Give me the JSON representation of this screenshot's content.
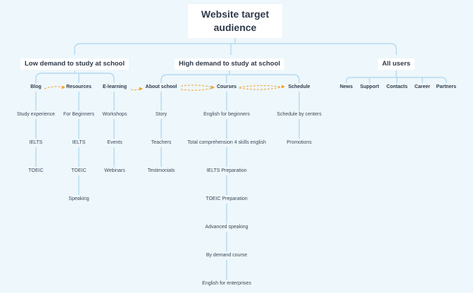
{
  "root": {
    "text": "Website target\naudience"
  },
  "nodes": {
    "low": "Low demand to study at school",
    "high": "High demand to study at school",
    "all": "All users",
    "blog": "Blog",
    "resources": "Resources",
    "elearning": "E-learning",
    "about": "About school",
    "courses": "Courses",
    "schedule": "Schedule",
    "news": "News",
    "support": "Support",
    "contacts": "Contacts",
    "career": "Career",
    "partners": "Partners",
    "blog_1": "Study experience",
    "blog_2": "IELTS",
    "blog_3": "TOEIC",
    "res_1": "For Beginners",
    "res_2": "IELTS",
    "res_3": "TOEIC",
    "res_4": "Speaking",
    "el_1": "Workshops",
    "el_2": "Events",
    "el_3": "Webinars",
    "ab_1": "Story",
    "ab_2": "Teachers",
    "ab_3": "Testimonials",
    "co_1": "English for beginners",
    "co_2": "Total comprehension 4 skills english",
    "co_3": "IELTS Preparation",
    "co_4": "TOEIC Preparation",
    "co_5": "Advanced speaking",
    "co_6": "By demand course",
    "co_7": "English for enterprises",
    "sc_1": "Schedule by centers",
    "sc_2": "Promotions"
  },
  "colors": {
    "background": "#eef7fb",
    "connector": "#a9d6ee",
    "relation": "#f2a12b",
    "text": "#2f3a4b"
  }
}
